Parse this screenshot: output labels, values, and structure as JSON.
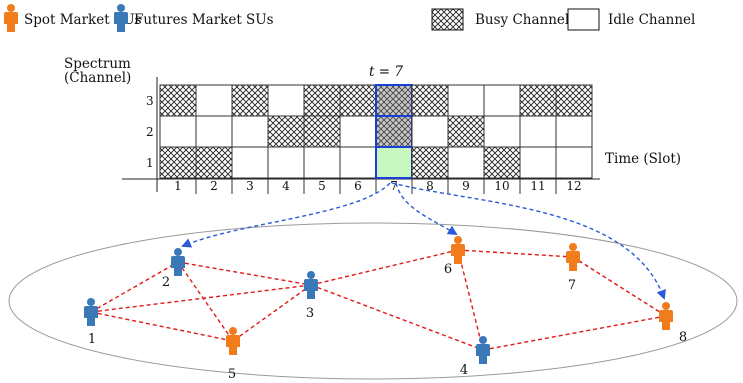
{
  "legend": {
    "spot_label": "Spot Market SUs",
    "futures_label": "Futures Market SUs",
    "busy_label": "Busy Channel",
    "idle_label": "Idle Channel"
  },
  "axes": {
    "y_label_line1": "Spectrum",
    "y_label_line2": "(Channel)",
    "x_label": "Time (Slot)",
    "marker_label": "t = 7"
  },
  "grid": {
    "channels": [
      "1",
      "2",
      "3"
    ],
    "slots": [
      "1",
      "2",
      "3",
      "4",
      "5",
      "6",
      "7",
      "8",
      "9",
      "10",
      "11",
      "12"
    ],
    "busy": {
      "1": [
        1,
        2,
        8,
        10
      ],
      "2": [
        4,
        5,
        9
      ],
      "3": [
        1,
        3,
        5,
        6,
        8,
        11,
        12
      ]
    },
    "highlight_slot": 7,
    "highlight_busy_channels": [
      2,
      3
    ],
    "highlight_idle_channel": 1
  },
  "nodes": [
    {
      "id": "1",
      "type": "futures"
    },
    {
      "id": "2",
      "type": "futures"
    },
    {
      "id": "3",
      "type": "futures"
    },
    {
      "id": "4",
      "type": "futures"
    },
    {
      "id": "5",
      "type": "spot"
    },
    {
      "id": "6",
      "type": "spot"
    },
    {
      "id": "7",
      "type": "spot"
    },
    {
      "id": "8",
      "type": "spot"
    }
  ],
  "links": [
    [
      "1",
      "2"
    ],
    [
      "1",
      "3"
    ],
    [
      "1",
      "5"
    ],
    [
      "2",
      "3"
    ],
    [
      "2",
      "5"
    ],
    [
      "3",
      "5"
    ],
    [
      "3",
      "6"
    ],
    [
      "3",
      "4"
    ],
    [
      "4",
      "6"
    ],
    [
      "6",
      "7"
    ],
    [
      "4",
      "8"
    ],
    [
      "7",
      "8"
    ]
  ],
  "allocations": [
    "2",
    "6",
    "8"
  ],
  "colors": {
    "spot": "#f07c1c",
    "futures": "#3a78b8",
    "link": "#e01818",
    "arrow": "#2a5ad8",
    "highlight_border": "#1b3fd6",
    "highlight_idle": "#c8f7c0",
    "highlight_busy": "#c8c8c8"
  }
}
